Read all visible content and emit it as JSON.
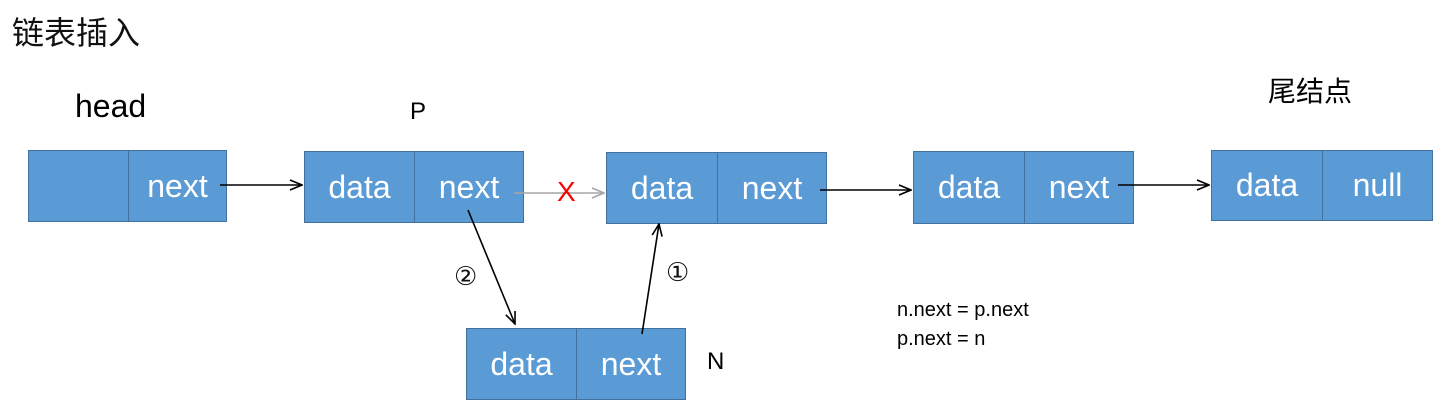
{
  "title": "链表插入",
  "labels": {
    "head": "head",
    "p": "P",
    "tail": "尾结点",
    "n": "N"
  },
  "nodes": {
    "head": {
      "first": "",
      "second": "next"
    },
    "p": {
      "first": "data",
      "second": "next"
    },
    "next": {
      "first": "data",
      "second": "next"
    },
    "third": {
      "first": "data",
      "second": "next"
    },
    "tail": {
      "first": "data",
      "second": "null"
    },
    "n": {
      "first": "data",
      "second": "next"
    }
  },
  "steps": {
    "one": "①",
    "two": "②"
  },
  "removed_mark": "X",
  "code": {
    "line1": "n.next = p.next",
    "line2": "p.next = n"
  },
  "colors": {
    "node_fill": "#5b9bd5",
    "node_border": "#41719c",
    "arrow": "#000000",
    "removed_arrow": "#a6a6a6",
    "removed_mark": "#ff0000"
  }
}
